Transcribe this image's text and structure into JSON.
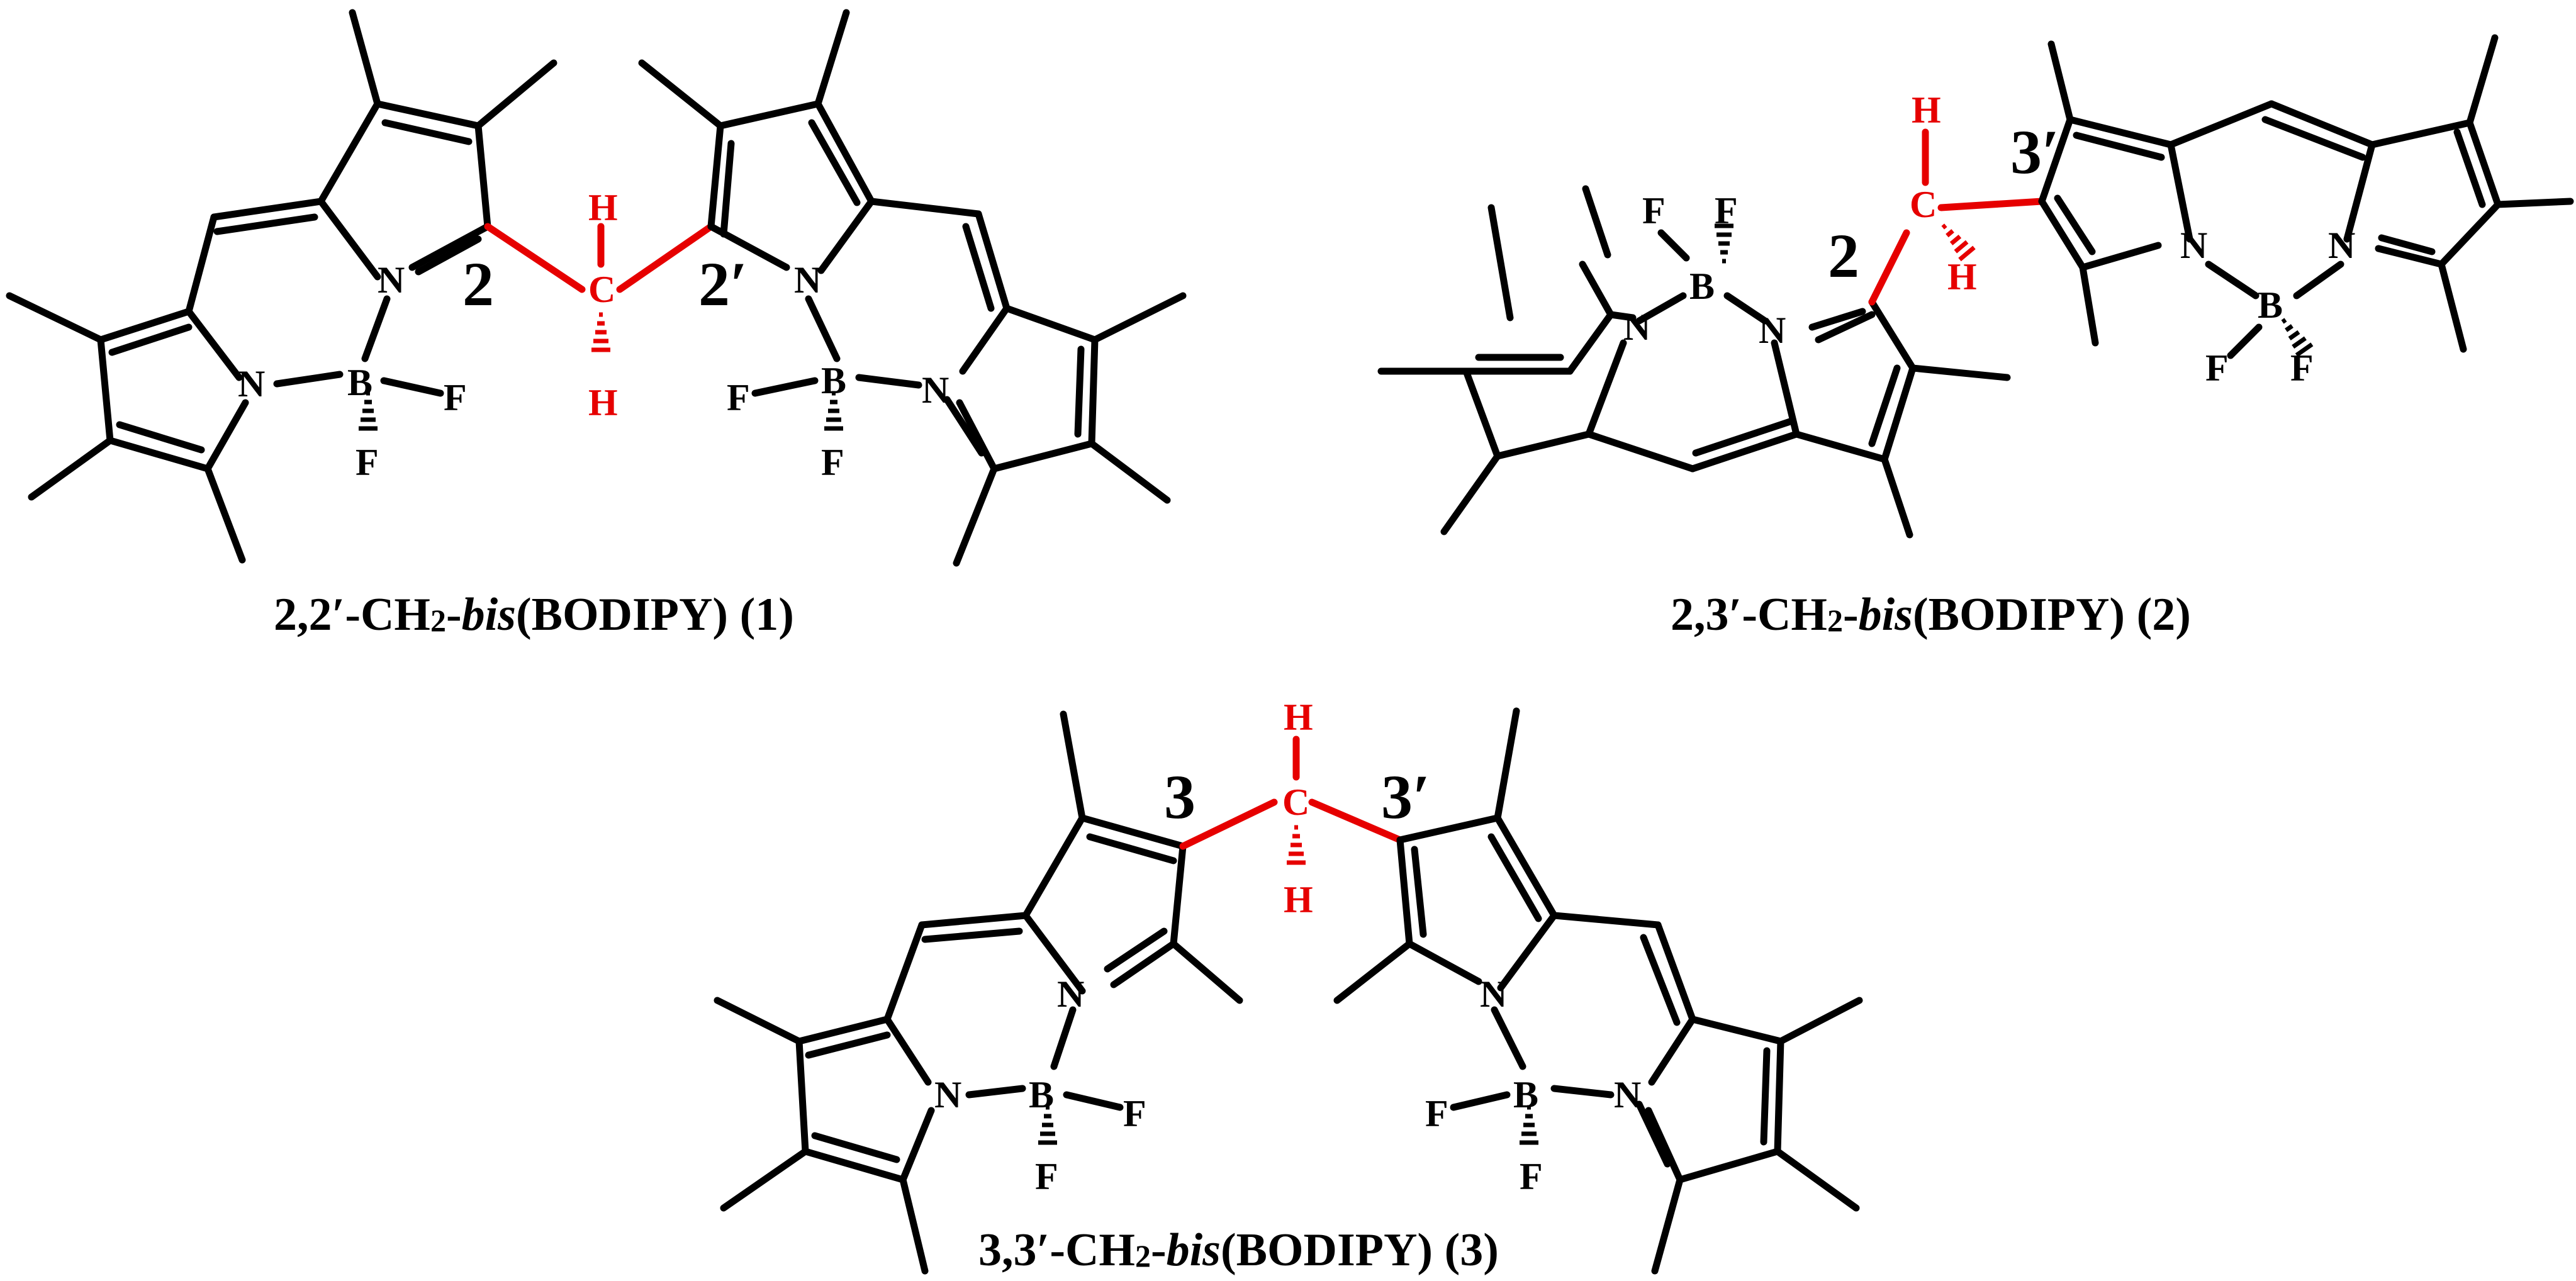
{
  "atoms": {
    "N": "N",
    "B": "B",
    "F": "F",
    "C": "C",
    "H": "H"
  },
  "colors": {
    "bond": "#000000",
    "linker": "#e60000"
  },
  "structures": [
    {
      "id": "1",
      "positions": [
        "2",
        "2′"
      ],
      "caption": {
        "prefix": "2,2′-CH",
        "sub": "2",
        "dash": "-",
        "italic": "bis",
        "suffix": "(BODIPY) (1)"
      }
    },
    {
      "id": "2",
      "positions": [
        "2",
        "3′"
      ],
      "caption": {
        "prefix": "2,3′-CH",
        "sub": "2",
        "dash": "-",
        "italic": "bis",
        "suffix": "(BODIPY) (2)"
      }
    },
    {
      "id": "3",
      "positions": [
        "3",
        "3′"
      ],
      "caption": {
        "prefix": "3,3′-CH",
        "sub": "2",
        "dash": "-",
        "italic": "bis",
        "suffix": "(BODIPY) (3)"
      }
    }
  ]
}
